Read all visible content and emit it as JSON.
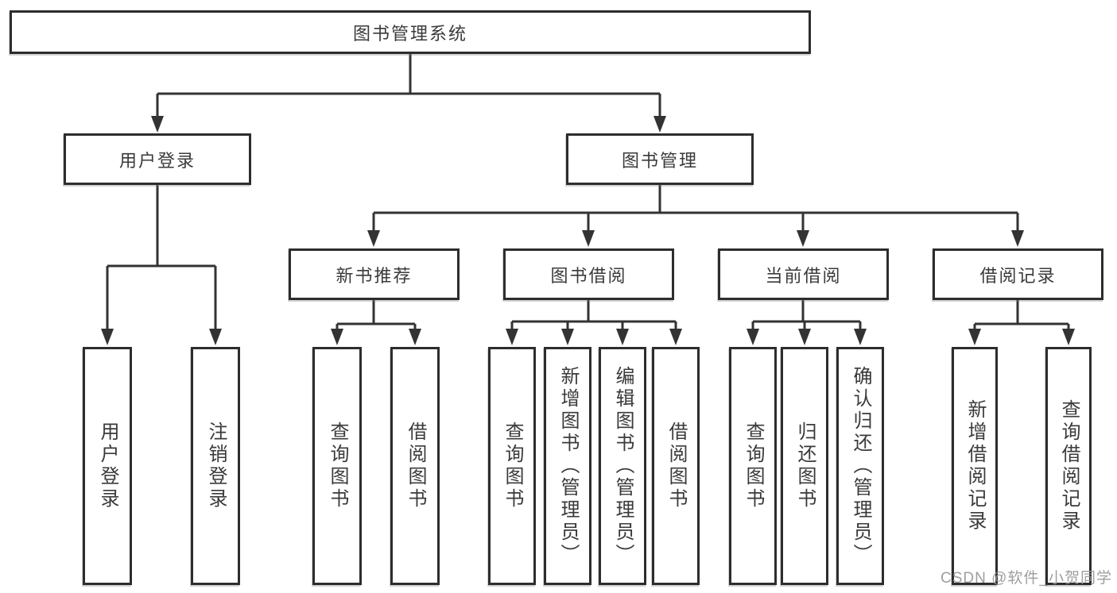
{
  "tree": {
    "label": "图书管理系统",
    "children": [
      {
        "label": "用户登录",
        "children": [
          {
            "label": "用户登录"
          },
          {
            "label": "注销登录"
          }
        ]
      },
      {
        "label": "图书管理",
        "children": [
          {
            "label": "新书推荐",
            "children": [
              {
                "label": "查询图书"
              },
              {
                "label": "借阅图书"
              }
            ]
          },
          {
            "label": "图书借阅",
            "children": [
              {
                "label": "查询图书"
              },
              {
                "label": "新增图书（管理员）"
              },
              {
                "label": "编辑图书（管理员）"
              },
              {
                "label": "借阅图书"
              }
            ]
          },
          {
            "label": "当前借阅",
            "children": [
              {
                "label": "查询图书"
              },
              {
                "label": "归还图书"
              },
              {
                "label": "确认归还（管理员）"
              }
            ]
          },
          {
            "label": "借阅记录",
            "children": [
              {
                "label": "新增借阅记录"
              },
              {
                "label": "查询借阅记录"
              }
            ]
          }
        ]
      }
    ]
  },
  "watermark": {
    "text": "CSDN @软件_小贺同学"
  },
  "colors": {
    "line": "#333333",
    "box_border": "#2d2d2d",
    "text": "#3a3a3a",
    "watermark": "#969696",
    "background": "#ffffff"
  }
}
